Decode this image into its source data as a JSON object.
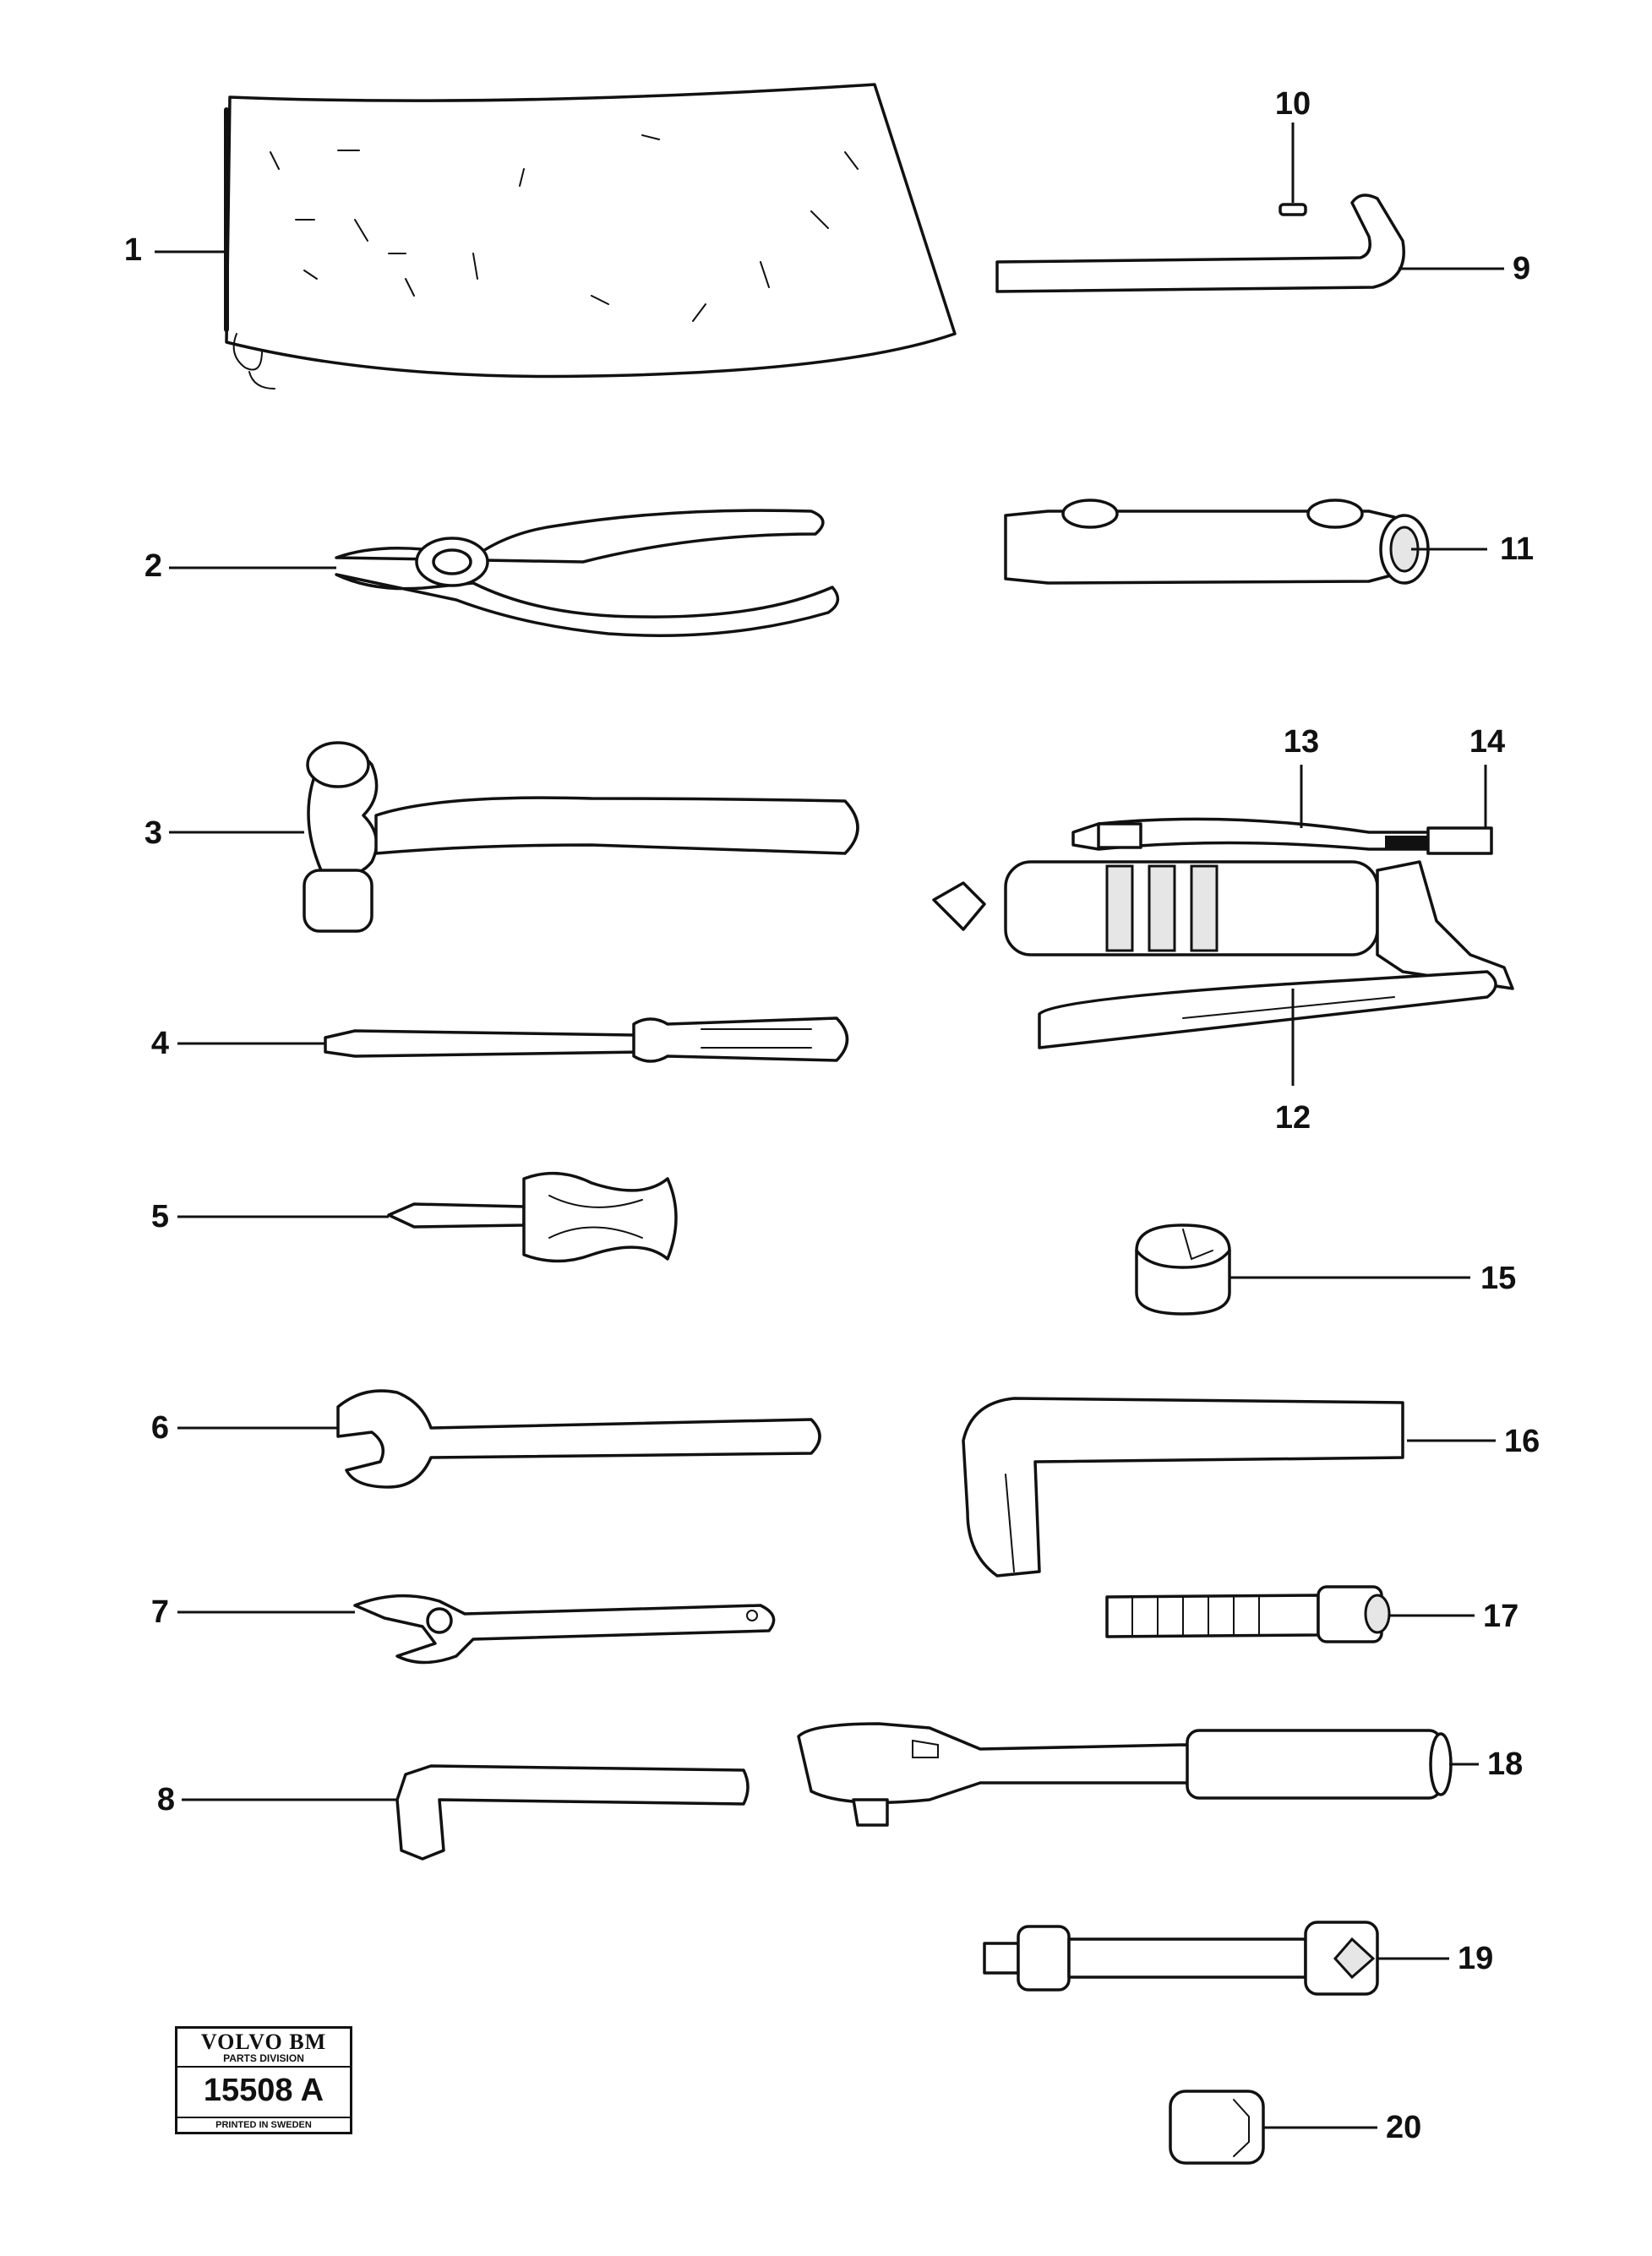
{
  "diagram": {
    "callouts": [
      "1",
      "2",
      "3",
      "4",
      "5",
      "6",
      "7",
      "8",
      "9",
      "10",
      "11",
      "12",
      "13",
      "14",
      "15",
      "16",
      "17",
      "18",
      "19",
      "20"
    ]
  },
  "logo": {
    "brand": "VOLVO BM",
    "division": "PARTS DIVISION",
    "number": "15508 A",
    "footer": "PRINTED IN SWEDEN"
  }
}
